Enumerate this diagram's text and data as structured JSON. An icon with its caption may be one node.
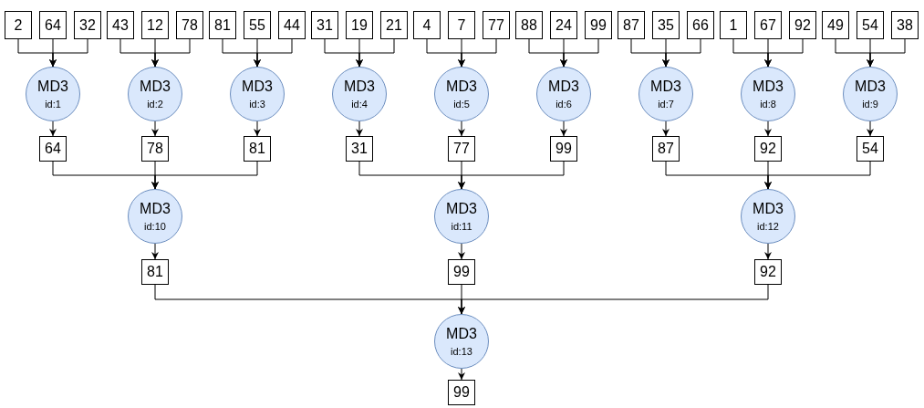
{
  "diagram": {
    "nodes": [
      {
        "text": [
          "2"
        ]
      },
      {
        "text": [
          "64"
        ]
      },
      {
        "text": [
          "32"
        ]
      },
      {
        "text": [
          "43"
        ]
      },
      {
        "text": [
          "12"
        ]
      },
      {
        "text": [
          "78"
        ]
      },
      {
        "text": [
          "81"
        ]
      },
      {
        "text": [
          "55"
        ]
      },
      {
        "text": [
          "44"
        ]
      },
      {
        "text": [
          "31"
        ]
      },
      {
        "text": [
          "19"
        ]
      },
      {
        "text": [
          "21"
        ]
      },
      {
        "text": [
          "4"
        ]
      },
      {
        "text": [
          "7"
        ]
      },
      {
        "text": [
          "77"
        ]
      },
      {
        "text": [
          "88"
        ]
      },
      {
        "text": [
          "24"
        ]
      },
      {
        "text": [
          "99"
        ]
      },
      {
        "text": [
          "87"
        ]
      },
      {
        "text": [
          "35"
        ]
      },
      {
        "text": [
          "66"
        ]
      },
      {
        "text": [
          "1"
        ]
      },
      {
        "text": [
          "67"
        ]
      },
      {
        "text": [
          "92"
        ]
      },
      {
        "text": [
          "49"
        ]
      },
      {
        "text": [
          "54"
        ]
      },
      {
        "text": [
          "38"
        ]
      },
      {
        "text": [
          "MD3",
          "id:1"
        ]
      },
      {
        "text": [
          "MD3",
          "id:2"
        ]
      },
      {
        "text": [
          "MD3",
          "id:3"
        ]
      },
      {
        "text": [
          "MD3",
          "id:4"
        ]
      },
      {
        "text": [
          "MD3",
          "id:5"
        ]
      },
      {
        "text": [
          "MD3",
          "id:6"
        ]
      },
      {
        "text": [
          "MD3",
          "id:7"
        ]
      },
      {
        "text": [
          "MD3",
          "id:8"
        ]
      },
      {
        "text": [
          "MD3",
          "id:9"
        ]
      },
      {
        "text": [
          "64"
        ]
      },
      {
        "text": [
          "78"
        ]
      },
      {
        "text": [
          "81"
        ]
      },
      {
        "text": [
          "31"
        ]
      },
      {
        "text": [
          "77"
        ]
      },
      {
        "text": [
          "99"
        ]
      },
      {
        "text": [
          "87"
        ]
      },
      {
        "text": [
          "92"
        ]
      },
      {
        "text": [
          "54"
        ]
      },
      {
        "text": [
          "MD3",
          "id:10"
        ]
      },
      {
        "text": [
          "MD3",
          "id:11"
        ]
      },
      {
        "text": [
          "MD3",
          "id:12"
        ]
      },
      {
        "text": [
          "81"
        ]
      },
      {
        "text": [
          "99"
        ]
      },
      {
        "text": [
          "92"
        ]
      },
      {
        "text": [
          "MD3",
          "id:13"
        ]
      },
      {
        "text": [
          "99"
        ]
      }
    ],
    "edges": [
      {
        "from": 0,
        "to": 27,
        "arrow": "to"
      },
      {
        "from": 1,
        "to": 27,
        "arrow": "to"
      },
      {
        "from": 2,
        "to": 27,
        "arrow": "to"
      },
      {
        "from": 3,
        "to": 28,
        "arrow": "to"
      },
      {
        "from": 4,
        "to": 28,
        "arrow": "to"
      },
      {
        "from": 5,
        "to": 28,
        "arrow": "to"
      },
      {
        "from": 6,
        "to": 29,
        "arrow": "to"
      },
      {
        "from": 7,
        "to": 29,
        "arrow": "to"
      },
      {
        "from": 8,
        "to": 29,
        "arrow": "to"
      },
      {
        "from": 9,
        "to": 30,
        "arrow": "to"
      },
      {
        "from": 10,
        "to": 30,
        "arrow": "to"
      },
      {
        "from": 11,
        "to": 30,
        "arrow": "to"
      },
      {
        "from": 12,
        "to": 31,
        "arrow": "to"
      },
      {
        "from": 13,
        "to": 31,
        "arrow": "to"
      },
      {
        "from": 14,
        "to": 31,
        "arrow": "to"
      },
      {
        "from": 15,
        "to": 32,
        "arrow": "to"
      },
      {
        "from": 16,
        "to": 32,
        "arrow": "to"
      },
      {
        "from": 17,
        "to": 32,
        "arrow": "to"
      },
      {
        "from": 18,
        "to": 33,
        "arrow": "to"
      },
      {
        "from": 19,
        "to": 33,
        "arrow": "to"
      },
      {
        "from": 20,
        "to": 33,
        "arrow": "to"
      },
      {
        "from": 21,
        "to": 34,
        "arrow": "to"
      },
      {
        "from": 22,
        "to": 34,
        "arrow": "to"
      },
      {
        "from": 23,
        "to": 34,
        "arrow": "to"
      },
      {
        "from": 24,
        "to": 35,
        "arrow": "to"
      },
      {
        "from": 25,
        "to": 35,
        "arrow": "to"
      },
      {
        "from": 26,
        "to": 35,
        "arrow": "to"
      },
      {
        "from": 27,
        "to": 36,
        "arrow": "to"
      },
      {
        "from": 28,
        "to": 37,
        "arrow": "to"
      },
      {
        "from": 29,
        "to": 38,
        "arrow": "to"
      },
      {
        "from": 30,
        "to": 39,
        "arrow": "to"
      },
      {
        "from": 31,
        "to": 40,
        "arrow": "to"
      },
      {
        "from": 32,
        "to": 41,
        "arrow": "to"
      },
      {
        "from": 33,
        "to": 42,
        "arrow": "to"
      },
      {
        "from": 34,
        "to": 43,
        "arrow": "to"
      },
      {
        "from": 35,
        "to": 44,
        "arrow": "to"
      },
      {
        "from": 36,
        "to": 45,
        "arrow": "to"
      },
      {
        "from": 37,
        "to": 45,
        "arrow": "to"
      },
      {
        "from": 38,
        "to": 45,
        "arrow": "to"
      },
      {
        "from": 39,
        "to": 46,
        "arrow": "to"
      },
      {
        "from": 40,
        "to": 46,
        "arrow": "to"
      },
      {
        "from": 41,
        "to": 46,
        "arrow": "to"
      },
      {
        "from": 42,
        "to": 47,
        "arrow": "to"
      },
      {
        "from": 43,
        "to": 47,
        "arrow": "to"
      },
      {
        "from": 44,
        "to": 47,
        "arrow": "to"
      },
      {
        "from": 45,
        "to": 48,
        "arrow": "to"
      },
      {
        "from": 46,
        "to": 49,
        "arrow": "to"
      },
      {
        "from": 47,
        "to": 50,
        "arrow": "to"
      },
      {
        "from": 48,
        "to": 51,
        "arrow": "to"
      },
      {
        "from": 49,
        "to": 51,
        "arrow": "to"
      },
      {
        "from": 50,
        "to": 51,
        "arrow": "to"
      },
      {
        "from": 51,
        "to": 52,
        "arrow": "to"
      }
    ]
  }
}
